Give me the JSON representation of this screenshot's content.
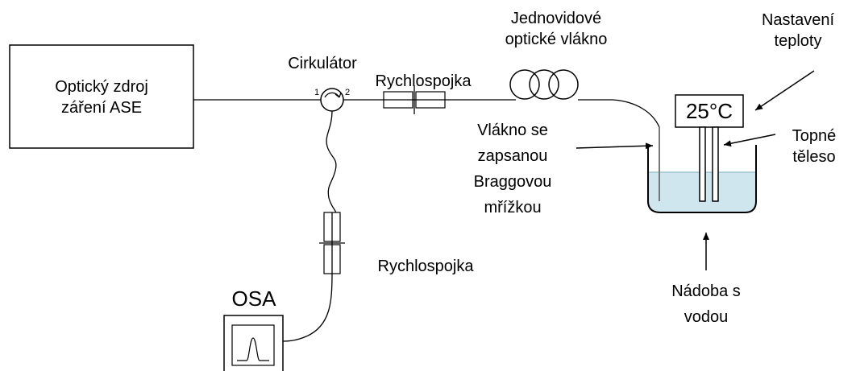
{
  "source": {
    "line1": "Optický zdroj",
    "line2": "záření ASE"
  },
  "circulator": {
    "label": "Cirkulátor",
    "port1": "1",
    "port2": "2"
  },
  "connector_top": {
    "label": "Rychlospojka"
  },
  "connector_bottom": {
    "label": "Rychlospojka"
  },
  "fiber_coil": {
    "line1": "Jednovidové",
    "line2": "optické vlákno"
  },
  "grating": {
    "line1": "Vlákno se",
    "line2": "zapsanou",
    "line3": "Braggovou",
    "line4": "mřížkou"
  },
  "osa": {
    "label": "OSA"
  },
  "temperature": {
    "line1": "Nastavení",
    "line2": "teploty",
    "display": "25°C"
  },
  "heater": {
    "line1": "Topné",
    "line2": "těleso"
  },
  "vessel": {
    "line1": "Nádoba s",
    "line2": "vodou"
  }
}
